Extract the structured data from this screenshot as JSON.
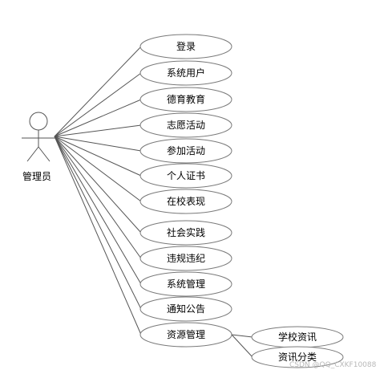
{
  "actor": {
    "label": "管理员"
  },
  "use_cases": [
    {
      "label": "登录"
    },
    {
      "label": "系统用户"
    },
    {
      "label": "德育教育"
    },
    {
      "label": "志愿活动"
    },
    {
      "label": "参加活动"
    },
    {
      "label": "个人证书"
    },
    {
      "label": "在校表现"
    },
    {
      "label": "社会实践"
    },
    {
      "label": "违规违纪"
    },
    {
      "label": "系统管理"
    },
    {
      "label": "通知公告"
    },
    {
      "label": "资源管理"
    }
  ],
  "sub_use_cases": [
    {
      "label": "学校资讯"
    },
    {
      "label": "资讯分类"
    }
  ],
  "watermark": "CSDN @QQ_CXKF10088",
  "colors": {
    "ellipse_fill": "#ffffff",
    "ellipse_stroke": "#7a7a7a",
    "line": "#555555",
    "text": "#000000"
  }
}
